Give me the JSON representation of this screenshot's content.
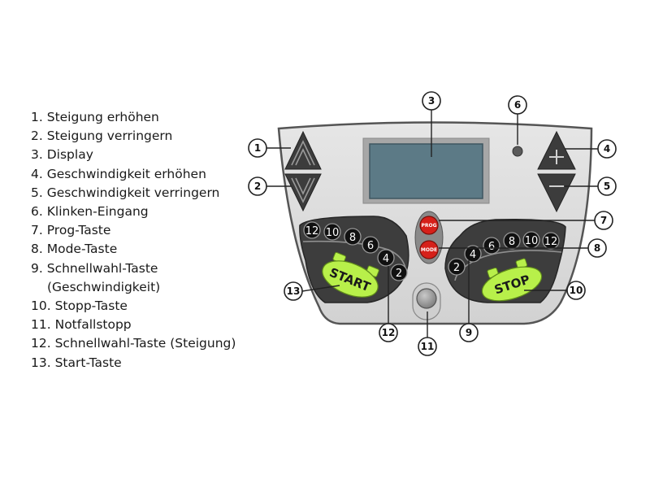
{
  "legend": [
    {
      "num": "1.",
      "text": "Steigung erhöhen"
    },
    {
      "num": "2.",
      "text": "Steigung verringern"
    },
    {
      "num": "3.",
      "text": "Display"
    },
    {
      "num": "4.",
      "text": "Geschwindigkeit erhöhen"
    },
    {
      "num": "5.",
      "text": "Geschwindigkeit verringern"
    },
    {
      "num": "6.",
      "text": "Klinken-Eingang"
    },
    {
      "num": "7.",
      "text": "Prog-Taste"
    },
    {
      "num": "8.",
      "text": "Mode-Taste"
    },
    {
      "num": "9.",
      "text": "Schnellwahl-Taste",
      "cont": "(Geschwindigkeit)"
    },
    {
      "num": "10.",
      "text": "Stopp-Taste"
    },
    {
      "num": "11.",
      "text": "Notfallstopp"
    },
    {
      "num": "12.",
      "text": "Schnellwahl-Taste (Steigung)"
    },
    {
      "num": "13.",
      "text": "Start-Taste"
    }
  ],
  "callouts": {
    "c1": "1",
    "c2": "2",
    "c3": "3",
    "c4": "4",
    "c5": "5",
    "c6": "6",
    "c7": "7",
    "c8": "8",
    "c9": "9",
    "c10": "10",
    "c11": "11",
    "c12": "12",
    "c13": "13"
  },
  "panel": {
    "start_label": "START",
    "stop_label": "STOP",
    "prog_label": "PROG",
    "mode_label": "MODE",
    "incline_quick": [
      "12",
      "10",
      "8",
      "6",
      "4",
      "2"
    ],
    "speed_quick": [
      "2",
      "4",
      "6",
      "8",
      "10",
      "12"
    ]
  },
  "colors": {
    "panel": "#dcdcdc",
    "display": "#5c7a86",
    "green": "#b8f04a",
    "red": "#d6201a"
  }
}
